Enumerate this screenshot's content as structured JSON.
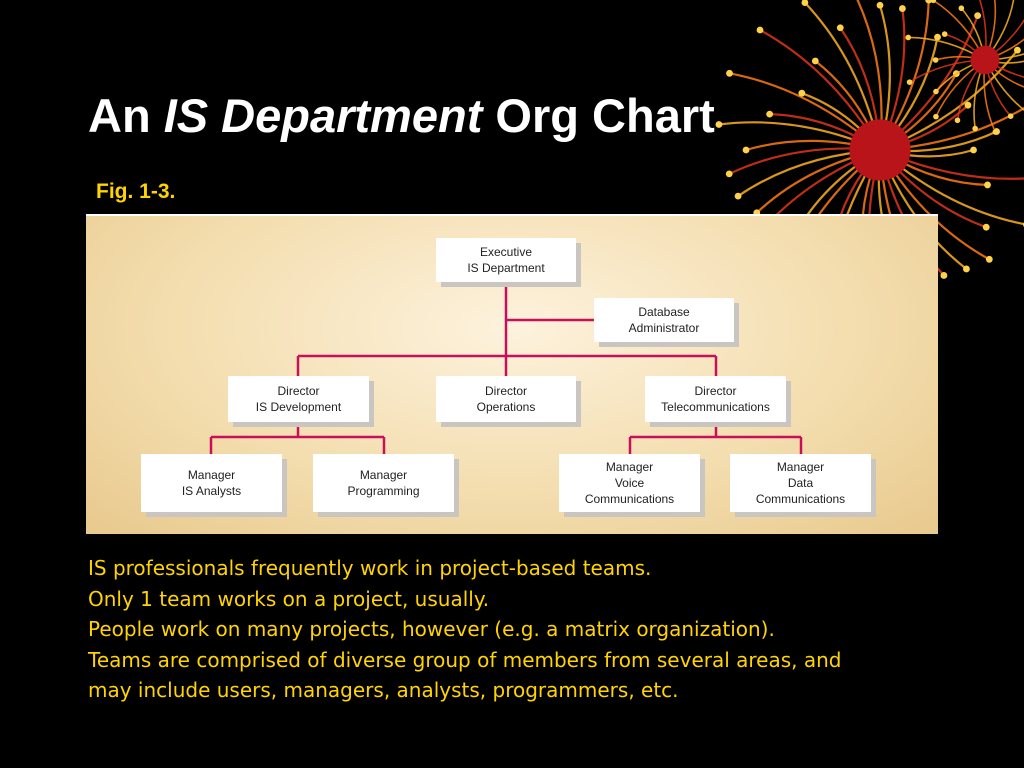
{
  "slide": {
    "title_prefix": "An",
    "title_italic": "IS Department",
    "title_suffix": "Org Chart",
    "figure_caption": "Fig. 1-3."
  },
  "org_chart": {
    "executive": {
      "line1": "Executive",
      "line2": "IS Department"
    },
    "dba": {
      "line1": "Database",
      "line2": "Administrator"
    },
    "director_dev": {
      "line1": "Director",
      "line2": "IS Development"
    },
    "director_ops": {
      "line1": "Director",
      "line2": "Operations"
    },
    "director_tel": {
      "line1": "Director",
      "line2": "Telecommunications"
    },
    "manager_analysts": {
      "line1": "Manager",
      "line2": "IS Analysts"
    },
    "manager_programming": {
      "line1": "Manager",
      "line2": "Programming"
    },
    "manager_voice": {
      "line1": "Manager",
      "line2": "Voice",
      "line3": "Communications"
    },
    "manager_data": {
      "line1": "Manager",
      "line2": "Data",
      "line3": "Communications"
    },
    "connector_color": "#c8105a"
  },
  "notes": [
    "IS professionals frequently work in project-based teams.",
    "Only 1 team works on a project, usually.",
    "People work on many projects, however (e.g. a matrix organization).",
    "Teams are comprised of diverse group of members from several areas, and",
    "may include users, managers, analysts, programmers, etc."
  ]
}
